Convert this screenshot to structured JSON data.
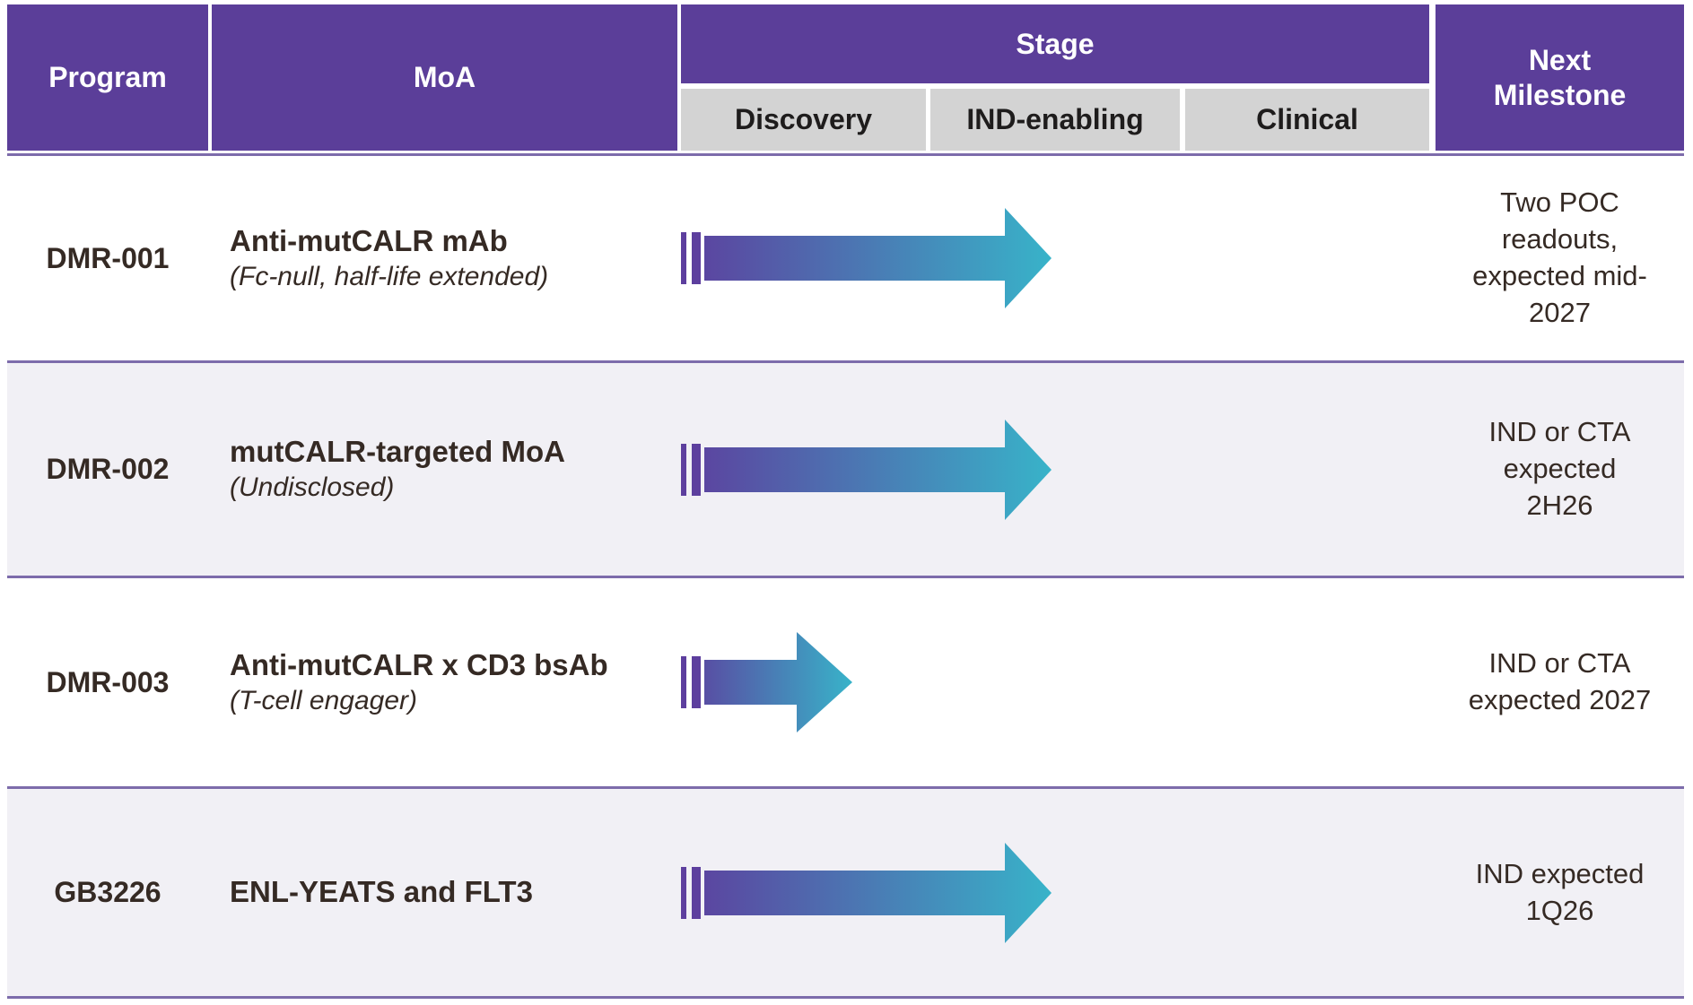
{
  "header": {
    "program": "Program",
    "moa": "MoA",
    "stage": "Stage",
    "stage_sub": [
      "Discovery",
      "IND-enabling",
      "Clinical"
    ],
    "next_milestone_lines": [
      "Next",
      "Milestone"
    ]
  },
  "rows": [
    {
      "program": "DMR-001",
      "moa_title": "Anti-mutCALR mAb",
      "moa_note": "(Fc-null, half-life extended)",
      "milestone_lines": [
        "Two POC",
        "readouts,",
        "expected mid-",
        "2027"
      ],
      "arrow": {
        "length": "long",
        "stage_reached": "IND-enabling"
      }
    },
    {
      "program": "DMR-002",
      "moa_title": "mutCALR-targeted MoA",
      "moa_note": "(Undisclosed)",
      "milestone_lines": [
        "IND or CTA",
        "expected",
        "2H26"
      ],
      "arrow": {
        "length": "long",
        "stage_reached": "IND-enabling"
      }
    },
    {
      "program": "DMR-003",
      "moa_title": "Anti-mutCALR x CD3 bsAb",
      "moa_note": "(T-cell engager)",
      "milestone_lines": [
        "IND or CTA",
        "expected 2027"
      ],
      "arrow": {
        "length": "short",
        "stage_reached": "Discovery"
      }
    },
    {
      "program": "GB3226",
      "moa_title": "ENL-YEATS and FLT3",
      "moa_note": "",
      "milestone_lines": [
        "IND expected",
        "1Q26"
      ],
      "arrow": {
        "length": "long",
        "stage_reached": "IND-enabling"
      }
    }
  ],
  "chart_data": {
    "type": "table",
    "title": "Pipeline stage progression",
    "stage_columns": [
      "Discovery",
      "IND-enabling",
      "Clinical"
    ],
    "programs": [
      "DMR-001",
      "DMR-002",
      "DMR-003",
      "GB3226"
    ],
    "stage_progress": [
      1.5,
      1.5,
      0.7,
      1.5
    ],
    "stage_scale_note": "0-3 scale: 1 = end of Discovery, 2 = end of IND-enabling, 3 = end of Clinical",
    "milestones": [
      "Two POC readouts, expected mid-2027",
      "IND or CTA expected 2H26",
      "IND or CTA expected 2027",
      "IND expected 1Q26"
    ]
  },
  "arrows": {
    "long": {
      "total_w": 413,
      "body_end": 361
    },
    "short": {
      "total_w": 191,
      "body_end": 129
    }
  },
  "colors": {
    "header_purple": "#5b3e99",
    "subheader_gray": "#d3d3d3",
    "row_alt_bg": "#f1f0f5",
    "divider_purple": "#7d6cab",
    "arrow_start": "#5d3f9e",
    "arrow_end": "#38b3c9",
    "text_dark": "#352a24"
  }
}
